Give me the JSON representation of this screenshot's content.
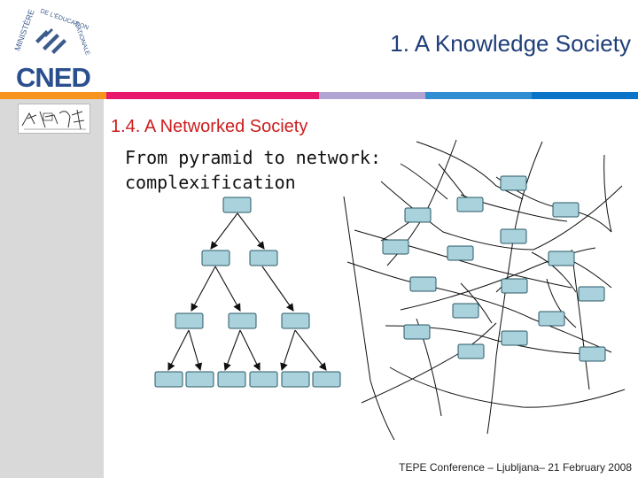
{
  "header": {
    "title": "1. A Knowledge Society",
    "logo_text": "CNED",
    "ministry_text": "MINISTÈRE DE L'ÉDUCATION NATIONALE"
  },
  "colors": {
    "band": [
      "#f6941d",
      "#e8196b",
      "#b3a5d3",
      "#2f8ed1",
      "#0056a6",
      "#0a74c9"
    ],
    "title": "#1f3e7a",
    "subtitle": "#cc1d1d",
    "node_fill": "#a9d2dc"
  },
  "slide": {
    "subtitle": "1.4. A Networked Society",
    "body_line1": "From pyramid to network:",
    "body_line2": "complexification"
  },
  "footer": {
    "text": "TEPE Conference – Ljubljana– 21 February 2008"
  },
  "icons": {
    "logo": "cned-logo-icon",
    "thumbnail": "sketch-thumbnail-icon"
  }
}
